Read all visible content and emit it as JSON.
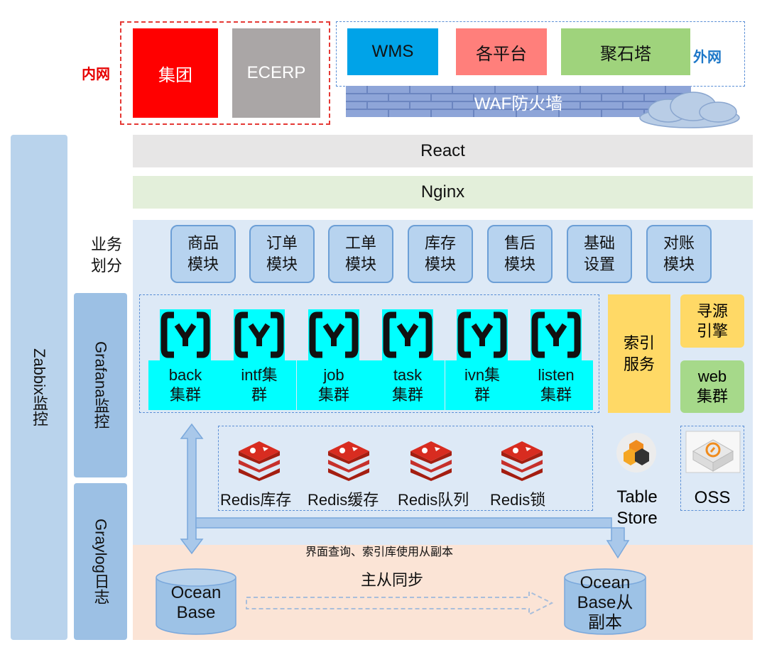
{
  "top": {
    "intranet_label": "内网",
    "extranet_label": "外网",
    "group": "集团",
    "ecerp": "ECERP",
    "wms": "WMS",
    "platforms": "各平台",
    "jushita": "聚石塔",
    "waf": "WAF防火墙"
  },
  "layers": {
    "react": "React",
    "nginx": "Nginx"
  },
  "side": {
    "zabbix": "Zabbix监控",
    "grafana": "Grafana监控",
    "graylog": "Graylog日志"
  },
  "business": {
    "label_line1": "业务",
    "label_line2": "划分",
    "modules": [
      {
        "l1": "商品",
        "l2": "模块"
      },
      {
        "l1": "订单",
        "l2": "模块"
      },
      {
        "l1": "工单",
        "l2": "模块"
      },
      {
        "l1": "库存",
        "l2": "模块"
      },
      {
        "l1": "售后",
        "l2": "模块"
      },
      {
        "l1": "基础",
        "l2": "设置"
      },
      {
        "l1": "对账",
        "l2": "模块"
      }
    ]
  },
  "clusters": [
    {
      "l1": "back",
      "l2": "集群"
    },
    {
      "l1": "intf集",
      "l2": "群"
    },
    {
      "l1": "job",
      "l2": "集群"
    },
    {
      "l1": "task",
      "l2": "集群"
    },
    {
      "l1": "ivn集",
      "l2": "群"
    },
    {
      "l1": "listen",
      "l2": "集群"
    }
  ],
  "services": {
    "index_l1": "索引",
    "index_l2": "服务",
    "search_l1": "寻源",
    "search_l2": "引擎",
    "web_l1": "web",
    "web_l2": "集群"
  },
  "redis": [
    "Redis库存",
    "Redis缓存",
    "Redis队列",
    "Redis锁"
  ],
  "storage": {
    "table_l1": "Table",
    "table_l2": "Store",
    "oss": "OSS"
  },
  "db": {
    "replica_note": "界面查询、索引库使用从副本",
    "sync_label": "主从同步",
    "primary_l1": "Ocean",
    "primary_l2": "Base",
    "replica_l1": "Ocean",
    "replica_l2": "Base从",
    "replica_l3": "副本"
  },
  "colors": {
    "red": "#ff0000",
    "gray": "#aaa6a6",
    "wms_blue": "#00a3e8",
    "salmon": "#ff7f7b",
    "green": "#9fd37c",
    "cyan": "#00ffff",
    "yellow": "#ffd966",
    "light_blue_panel": "#dde9f6",
    "peach": "#fbe4d6"
  }
}
